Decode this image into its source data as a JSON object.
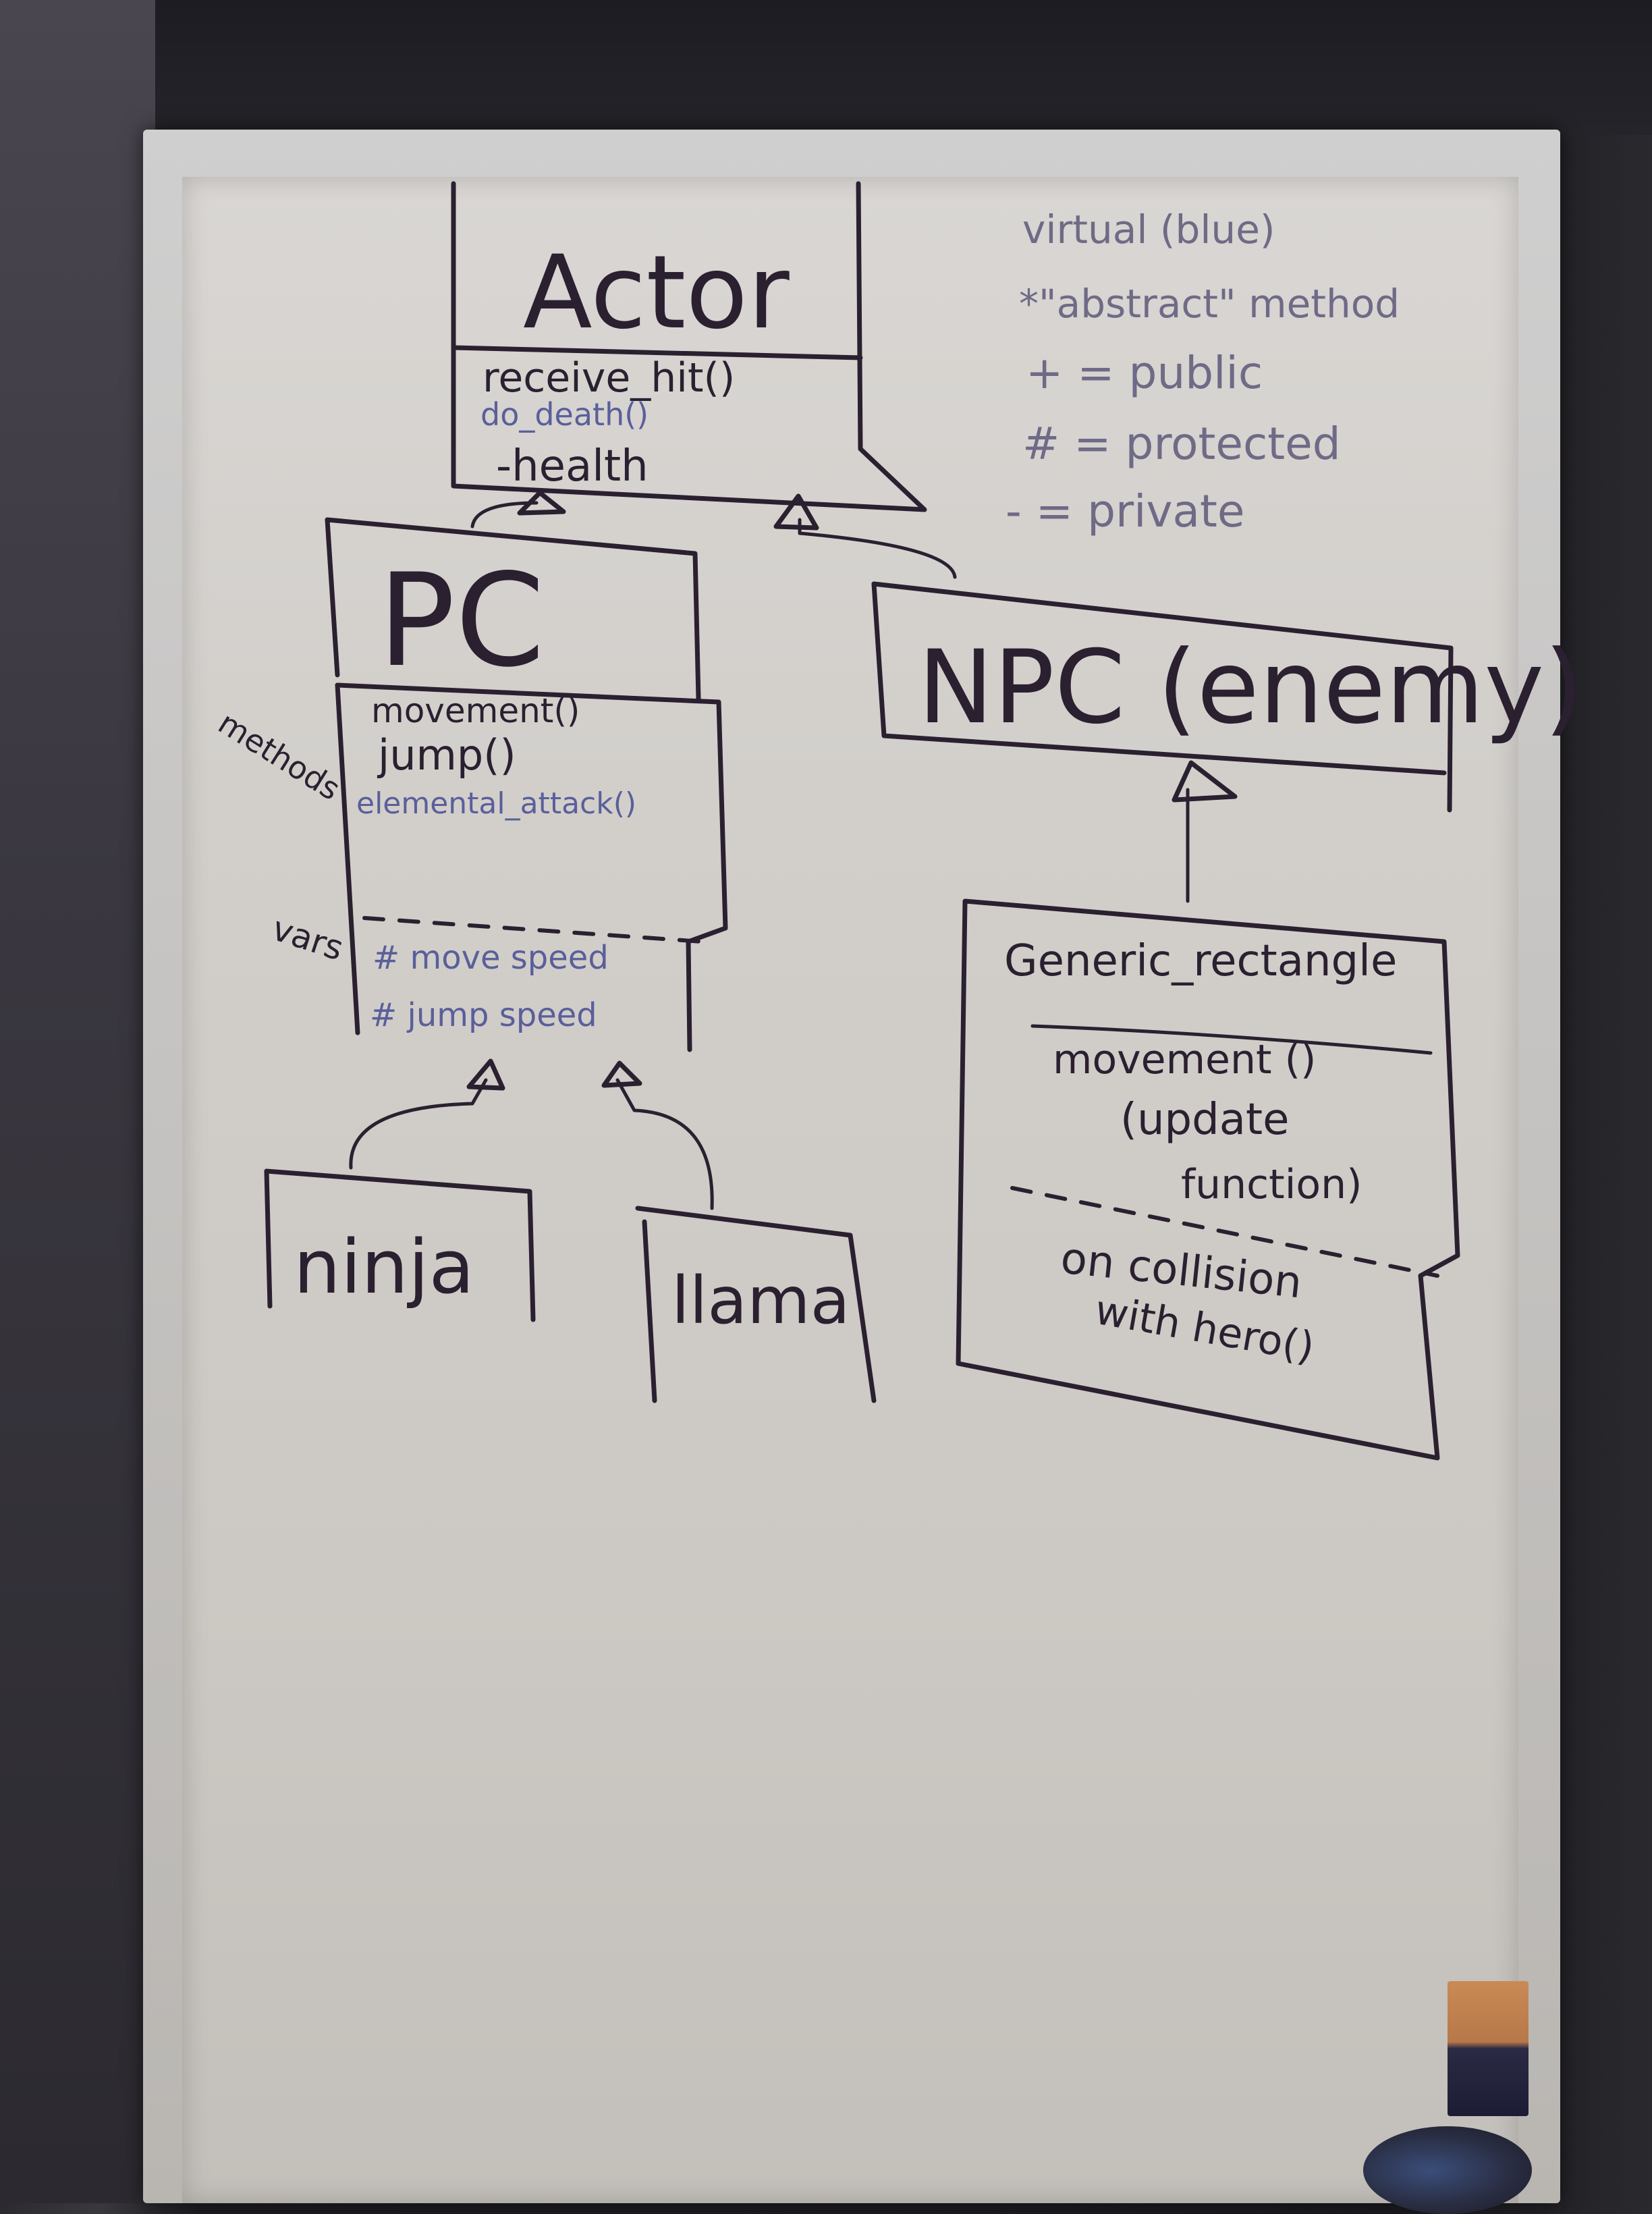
{
  "legend": {
    "lines": [
      "virtual (blue)",
      "*\"abstract\" method",
      "+ = public",
      "# = protected",
      "- = private"
    ]
  },
  "actor": {
    "title": "Actor",
    "members": [
      "receive_hit()",
      "do_death()",
      "-health"
    ]
  },
  "pc": {
    "title": "PC",
    "methods": [
      "movement()",
      "jump()",
      "elemental_attack()"
    ],
    "vars": [
      "# move speed",
      "# jump speed"
    ],
    "side_label_methods": "methods",
    "side_label_vars": "vars"
  },
  "npc": {
    "title": "NPC (enemy)"
  },
  "generic_rectangle": {
    "title": "Generic_rectangle",
    "methods": [
      "movement ()",
      "(update",
      "function)"
    ],
    "extra": [
      "on collision",
      "with hero()"
    ]
  },
  "ninja": {
    "title": "ninja"
  },
  "llama": {
    "title": "llama"
  }
}
